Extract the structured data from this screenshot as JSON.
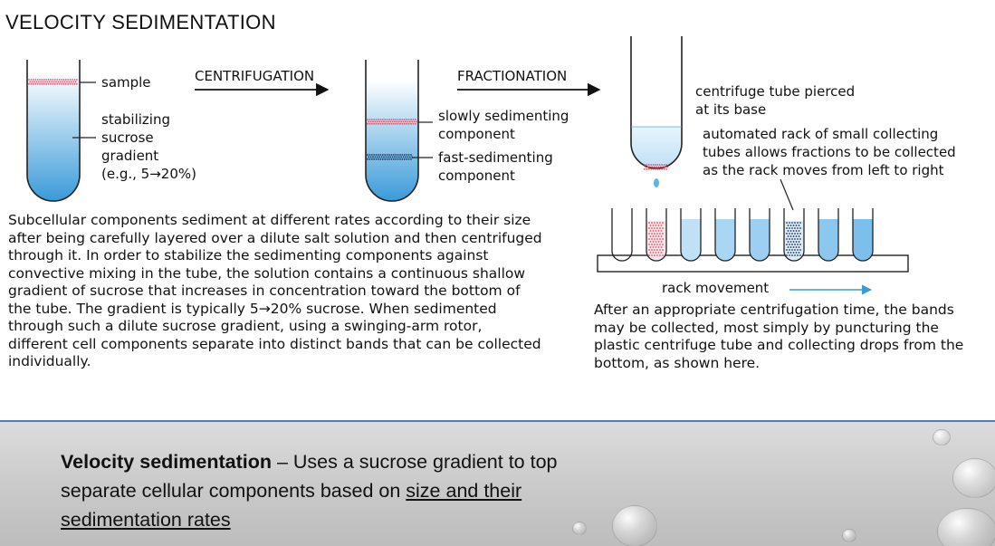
{
  "slide": {
    "title": "VELOCITY SEDIMENTATION"
  },
  "diagram": {
    "steps": {
      "step1": "CENTRIFUGATION",
      "step2": "FRACTIONATION"
    },
    "tube1": {
      "sample_label": "sample",
      "gradient_label_lines": [
        "stabilizing",
        "sucrose",
        "gradient",
        "(e.g., 5→20%)"
      ]
    },
    "tube2": {
      "slow_label_lines": [
        "slowly sedimenting",
        "component"
      ],
      "fast_label_lines": [
        "fast-sedimenting",
        "component"
      ]
    },
    "tube3": {
      "pierced_label_lines": [
        "centrifuge tube pierced",
        "at its base"
      ],
      "rack_label_lines": [
        "automated rack of small collecting",
        "tubes allows fractions to be collected",
        "as the rack moves from left to right"
      ]
    },
    "rack": {
      "movement_label": "rack movement"
    },
    "colors": {
      "gradient_blue": "#3a9ad9",
      "slow_band": "#d9546a",
      "fast_band": "#1c2f55",
      "accent_line": "#4a7fc1"
    }
  },
  "paragraphs": {
    "left": "Subcellular components sediment at different rates according to their size after being carefully layered over a dilute salt solution and then centrifuged through it. In order to stabilize the sedimenting components against convective mixing in the tube, the solution contains a continuous shallow gradient of sucrose that increases in concentration toward the bottom of the tube. The gradient is typically 5→20% sucrose. When sedimented through such a dilute sucrose gradient, using a swinging-arm rotor, different cell components separate into distinct bands that can be collected individually.",
    "right": "After an appropriate centrifugation time, the bands may be collected, most simply by puncturing the plastic centrifuge tube and collecting drops from the bottom, as shown here."
  },
  "summary": {
    "term": "Velocity sedimentation",
    "text": " – Uses a sucrose gradient to top separate cellular components based on ",
    "underlined": "size and their sedimentation rates"
  }
}
